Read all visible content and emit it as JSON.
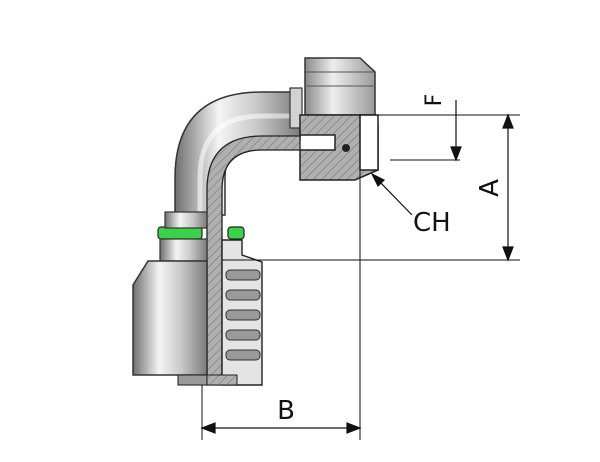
{
  "labels": {
    "dim_a": "A",
    "dim_b": "B",
    "dim_f": "F",
    "callout_ch": "CH"
  },
  "colors": {
    "steel_light": "#e8e8e8",
    "steel_mid": "#b5b5b5",
    "steel_dark": "#7a7a7a",
    "section_fill": "#a9a9a9",
    "o_ring": "#39d24a",
    "line": "#111111"
  }
}
